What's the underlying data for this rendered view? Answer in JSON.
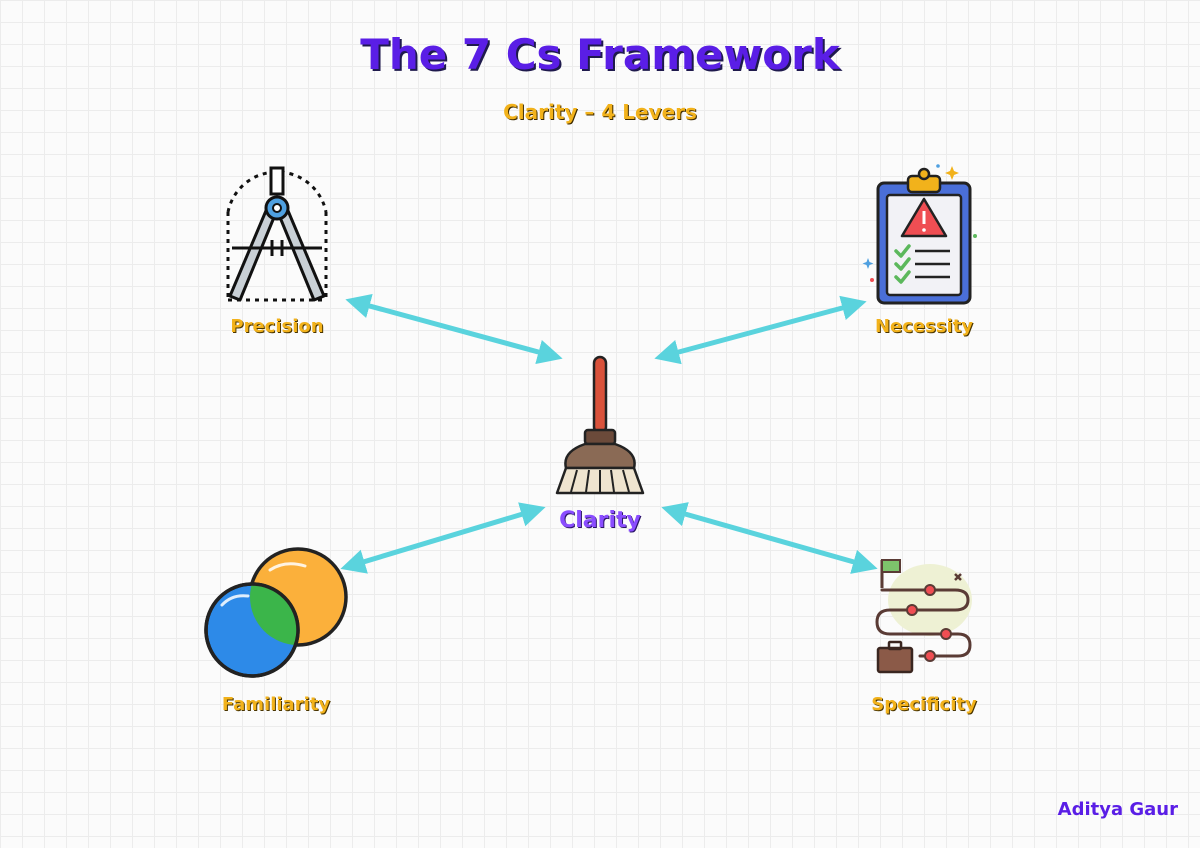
{
  "header": {
    "title": "The 7 Cs Framework",
    "subtitle": "Clarity – 4 Levers"
  },
  "center": {
    "label": "Clarity",
    "icon": "broom-icon"
  },
  "levers": [
    {
      "label": "Precision",
      "icon": "compass-icon"
    },
    {
      "label": "Necessity",
      "icon": "clipboard-warning-icon"
    },
    {
      "label": "Familiarity",
      "icon": "venn-circles-icon"
    },
    {
      "label": "Specificity",
      "icon": "roadmap-icon"
    }
  ],
  "footer": {
    "author": "Aditya Gaur"
  },
  "colors": {
    "title": "#5a1ee6",
    "subtitle": "#f2b21b",
    "lever_label": "#f2b21b",
    "center_label": "#8a4dff",
    "arrow": "#5ad3dd"
  }
}
